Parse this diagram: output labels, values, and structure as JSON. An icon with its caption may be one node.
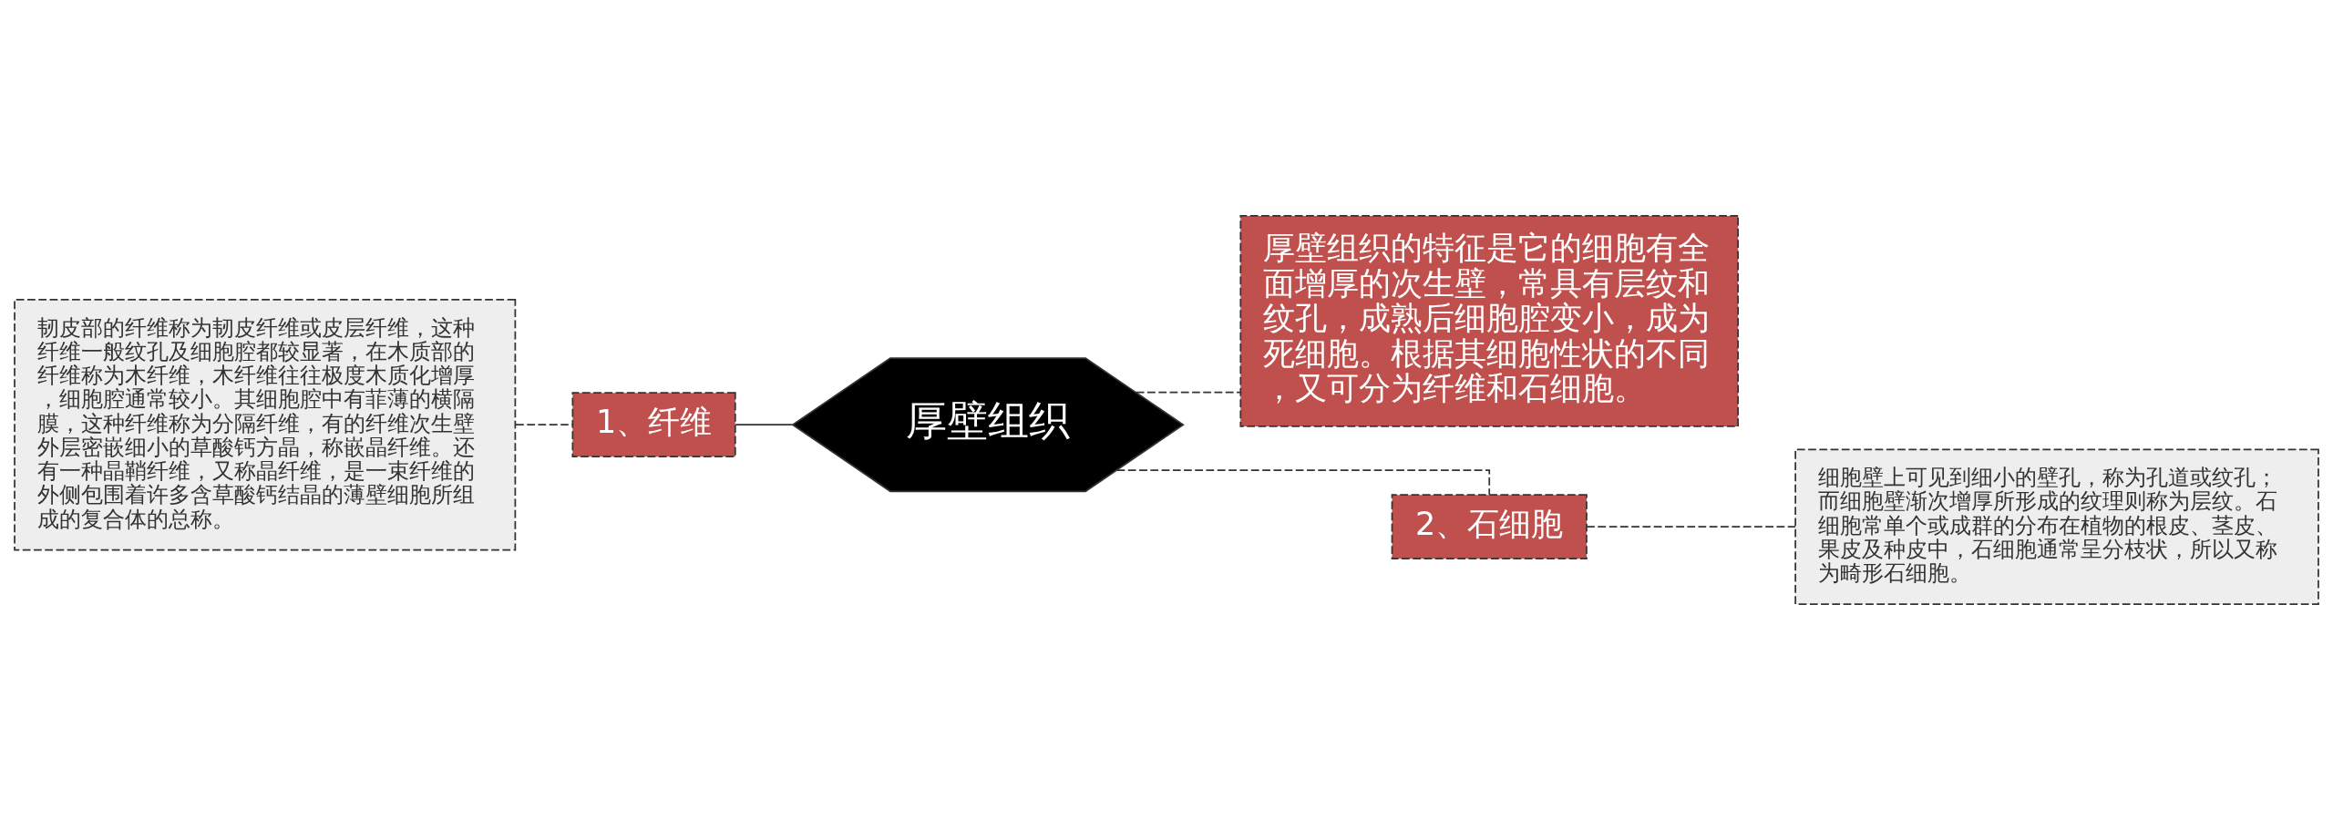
{
  "diagram": {
    "nodes": [
      {
        "text": [
          "厚壁组织"
        ]
      },
      {
        "text": [
          "1、纤维"
        ]
      },
      {
        "text": [
          "韧皮部的纤维称为韧皮纤维或皮层纤维，这种纤维一般纹孔及细胞腔都较显著，在木质部的纤维称为木纤维，木纤维往往极度木质化增厚，细胞腔通常较小。其细胞腔中有菲薄的横隔膜，这种纤维称为分隔纤维，有的纤维次生壁外层密嵌细小的草酸钙方晶，称嵌晶纤维。还有一种晶鞘纤维，又称晶纤维，是一束纤维的外侧包围着许多含草酸钙结晶的薄壁细胞所组成的复合体的总称。"
        ]
      },
      {
        "text": [
          "厚壁组织的特征是它的细胞有全面增厚的次生壁，常具有层纹和纹孔，成熟后细胞腔变小，成为死细胞。根据其细胞性状的不同，又可分为纤维和石细胞。"
        ]
      },
      {
        "text": [
          "2、石细胞"
        ]
      },
      {
        "text": [
          "细胞壁上可见到细小的壁孔，称为孔道或纹孔；而细胞壁渐次增厚所形成的纹理则称为层纹。石细胞常单个或成群的分布在植物的根皮、茎皮、果皮及种皮中，石细胞通常呈分枝状，所以又称为畸形石细胞。"
        ]
      }
    ],
    "edges": [
      {
        "from": 0,
        "to": 1,
        "arrow": "none"
      },
      {
        "from": 1,
        "to": 2,
        "arrow": "none",
        "style": "dashed"
      },
      {
        "from": 0,
        "to": 3,
        "arrow": "none",
        "style": "dashed"
      },
      {
        "from": 0,
        "to": 4,
        "arrow": "none",
        "style": "dashed"
      },
      {
        "from": 4,
        "to": 5,
        "arrow": "none",
        "style": "dashed"
      }
    ]
  }
}
